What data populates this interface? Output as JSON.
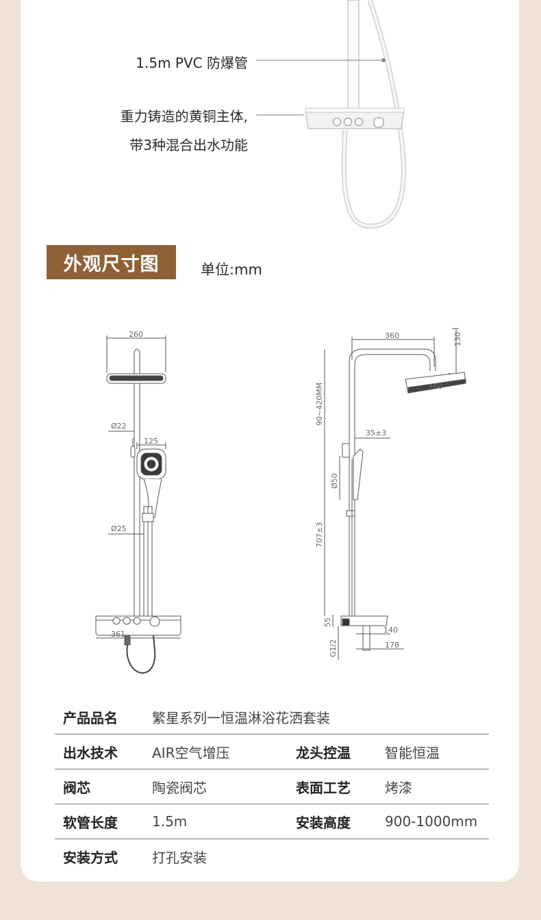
{
  "callouts": {
    "hose": "1.5m PVC 防爆管",
    "body_line1": "重力铸造的黄铜主体,",
    "body_line2": "带3种混合出水功能"
  },
  "section": {
    "title": "外观尺寸图",
    "unit": "单位:mm"
  },
  "drawing": {
    "front": {
      "w260": "260",
      "d22": "Ø22",
      "w125": "125",
      "d25": "Ø25",
      "w361": "361"
    },
    "side": {
      "w360": "360",
      "h130": "130",
      "w260": "260",
      "h90_420": "90~420MM",
      "d35": "35±3",
      "d50": "Ø50",
      "h707": "707±3",
      "h55": "55",
      "w140": "140",
      "g12": "G1/2",
      "w178": "178"
    }
  },
  "specs": [
    {
      "k1": "产品品名",
      "v1": "繁星系列一恒温淋浴花洒套装",
      "k2": "",
      "v2": ""
    },
    {
      "k1": "出水技术",
      "v1": "AIR空气增压",
      "k2": "龙头控温",
      "v2": "智能恒温"
    },
    {
      "k1": "阀芯",
      "v1": "陶瓷阀芯",
      "k2": "表面工艺",
      "v2": "烤漆"
    },
    {
      "k1": "软管长度",
      "v1": "1.5m",
      "k2": "安装高度",
      "v2": "900-1000mm"
    },
    {
      "k1": "安装方式",
      "v1": "打孔安装",
      "k2": "",
      "v2": ""
    }
  ]
}
